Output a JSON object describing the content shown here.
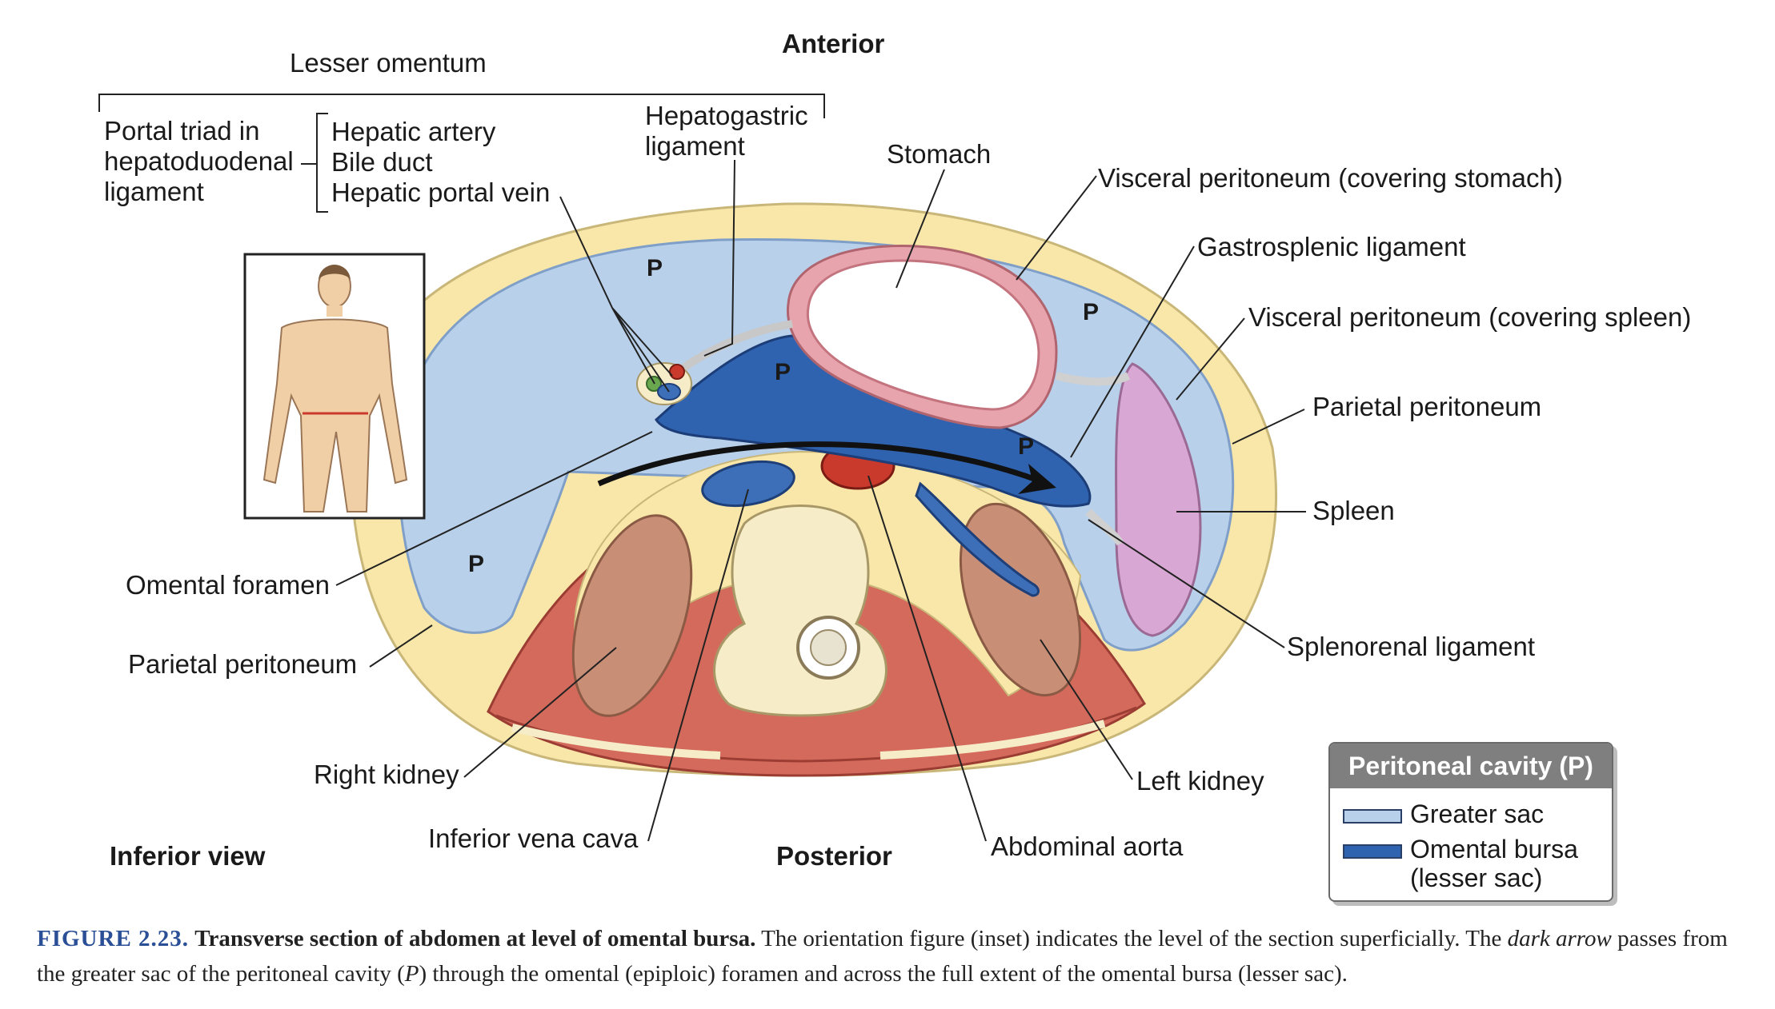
{
  "orientation": {
    "anterior": "Anterior",
    "posterior": "Posterior",
    "view": "Inferior view"
  },
  "labels": {
    "lesser_omentum": "Lesser omentum",
    "portal_triad_1": "Portal triad in",
    "portal_triad_2": "hepatoduodenal",
    "portal_triad_3": "ligament",
    "hepatic_artery": "Hepatic artery",
    "bile_duct": "Bile duct",
    "hepatic_portal_vein": "Hepatic portal vein",
    "hepatogastric_1": "Hepatogastric",
    "hepatogastric_2": "ligament",
    "stomach": "Stomach",
    "visceral_peritoneum_stomach": "Visceral peritoneum (covering stomach)",
    "gastrosplenic": "Gastrosplenic ligament",
    "visceral_peritoneum_spleen": "Visceral peritoneum (covering spleen)",
    "parietal_peritoneum_right": "Parietal peritoneum",
    "spleen": "Spleen",
    "splenorenal": "Splenorenal ligament",
    "left_kidney": "Left kidney",
    "abdominal_aorta": "Abdominal aorta",
    "inferior_vena_cava": "Inferior vena cava",
    "right_kidney": "Right kidney",
    "parietal_peritoneum_left": "Parietal peritoneum",
    "omental_foramen": "Omental foramen",
    "p_marker": "P"
  },
  "legend": {
    "title": "Peritoneal cavity (P)",
    "greater_sac": "Greater sac",
    "omental_bursa_1": "Omental bursa",
    "omental_bursa_2": "(lesser sac)",
    "greater_sac_color": "#b8d0ea",
    "omental_bursa_color": "#2f63b0"
  },
  "caption": {
    "figure_number": "FIGURE 2.23.",
    "title": "Transverse section of abdomen at level of omental bursa.",
    "text_1": "The orientation figure (inset) indicates the level of the section superficially. The",
    "dark_arrow": "dark arrow",
    "text_2": "passes from the greater sac of the peritoneal cavity (",
    "p": "P",
    "text_3": ") through the omental (epiploic) foramen and across the full extent of the omental bursa (lesser sac)."
  },
  "colors": {
    "body_wall": "#f8e7a8",
    "greater_sac": "#b8d0ea",
    "omental_bursa": "#2f63b0",
    "stomach_wall": "#e8a4ad",
    "spleen": "#d9a7d4",
    "kidney": "#c98e76",
    "muscle": "#d46a5c",
    "bone": "#f6edc8",
    "aorta": "#c93a2c",
    "ivc": "#3d6fb8"
  }
}
